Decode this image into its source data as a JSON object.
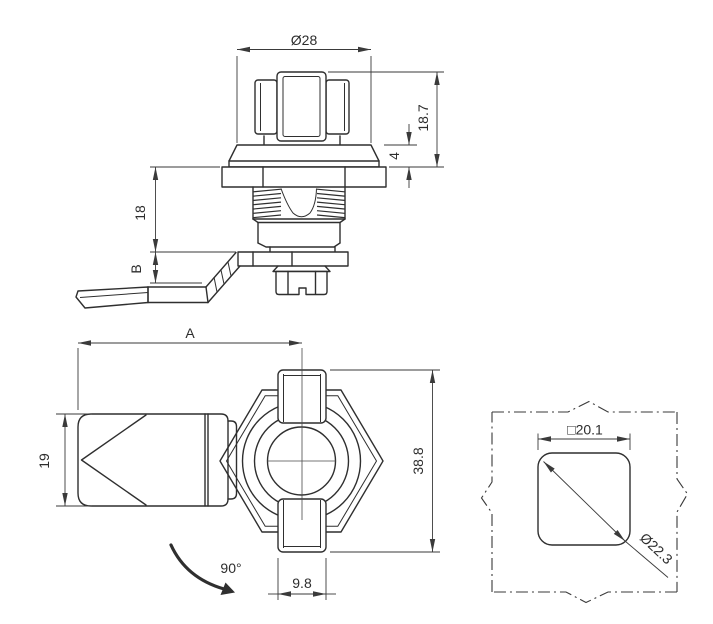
{
  "drawing": {
    "background": "#ffffff",
    "line_color": "#2f2f2f",
    "dim_color": "#3a3a3a",
    "views": {
      "front": {
        "dims": {
          "head_diameter": "Ø28",
          "head_height": "18.7",
          "flange_height": "4",
          "thread_length": "18",
          "cam_offset": "B"
        }
      },
      "plan": {
        "dims": {
          "lever_length": "A",
          "lever_width": "19",
          "wing_span": "38.8",
          "wing_width": "9.8",
          "rotation_angle": "90°"
        }
      },
      "cutout": {
        "dims": {
          "square_size": "□20.1",
          "corner_diameter": "Ø22.3"
        }
      }
    }
  }
}
